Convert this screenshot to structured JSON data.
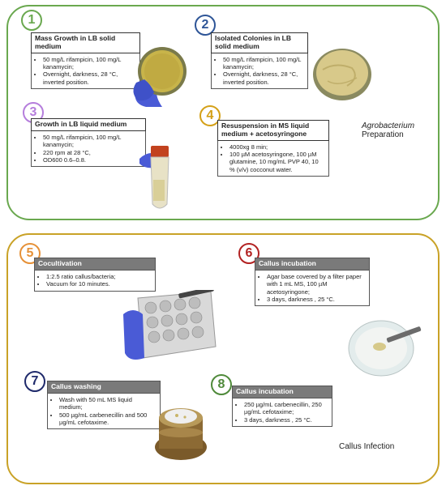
{
  "agro": {
    "title_line1": "Agrobacterium",
    "title_line2": "Preparation",
    "steps": [
      {
        "num": "1",
        "title": "Mass Growth in LB solid medium",
        "bullets": [
          "50 mg/L rifampicin, 100 mg/L kanamycin;",
          "Overnight, darkness, 28 °C, inverted position."
        ]
      },
      {
        "num": "2",
        "title": "Isolated Colonies in LB solid medium",
        "bullets": [
          "50 mg/L rifampicin, 100 mg/L kanamycin;",
          "Overnight, darkness, 28 °C, inverted position."
        ]
      },
      {
        "num": "3",
        "title": "Growth in LB liquid medium",
        "bullets": [
          "50 mg/L rifampicin, 100 mg/L kanamycin;",
          "220 rpm at 28 °C,",
          "OD600 0.6–0.8."
        ]
      },
      {
        "num": "4",
        "title": "Resuspension in MS liquid medium + acetosyringone",
        "bullets": [
          "4000xg 8 min;",
          "100 µM acetosyringone, 100 µM glutamine, 10 mg/mL PVP 40, 10 % (v/v) cocconut water."
        ]
      }
    ]
  },
  "callus": {
    "title": "Callus Infection",
    "steps": [
      {
        "num": "5",
        "title": "Cocultivation",
        "bullets": [
          "1:2.5 ratio callus/bacteria;",
          "Vacuum for 10 minutes."
        ]
      },
      {
        "num": "6",
        "title": "Callus incubation",
        "bullets": [
          "Agar base covered by a filter paper with 1 mL MS, 100 µM acetosyringone;",
          "3 days, darkness , 25 °C."
        ]
      },
      {
        "num": "7",
        "title": "Callus washing",
        "bullets": [
          "Wash with 50 mL MS liquid medium;",
          "500 µg/mL carbenecillin and 500 µg/mL cefotaxime."
        ]
      },
      {
        "num": "8",
        "title": "Callus incubation",
        "bullets": [
          "250 µg/mL carbenecillin, 250 µg/mL cefotaxime;",
          "3 days, darkness , 25 °C."
        ]
      }
    ]
  },
  "colors": {
    "panel_a": "#6aa84f",
    "panel_b": "#c9a227",
    "badge_1": "#6aa84f",
    "badge_2": "#2e5597",
    "badge_3": "#b57edc",
    "badge_4": "#d4a017",
    "badge_5": "#e69138",
    "badge_6": "#b22222",
    "badge_7": "#1f2a6b",
    "badge_8": "#4f8a3a"
  }
}
